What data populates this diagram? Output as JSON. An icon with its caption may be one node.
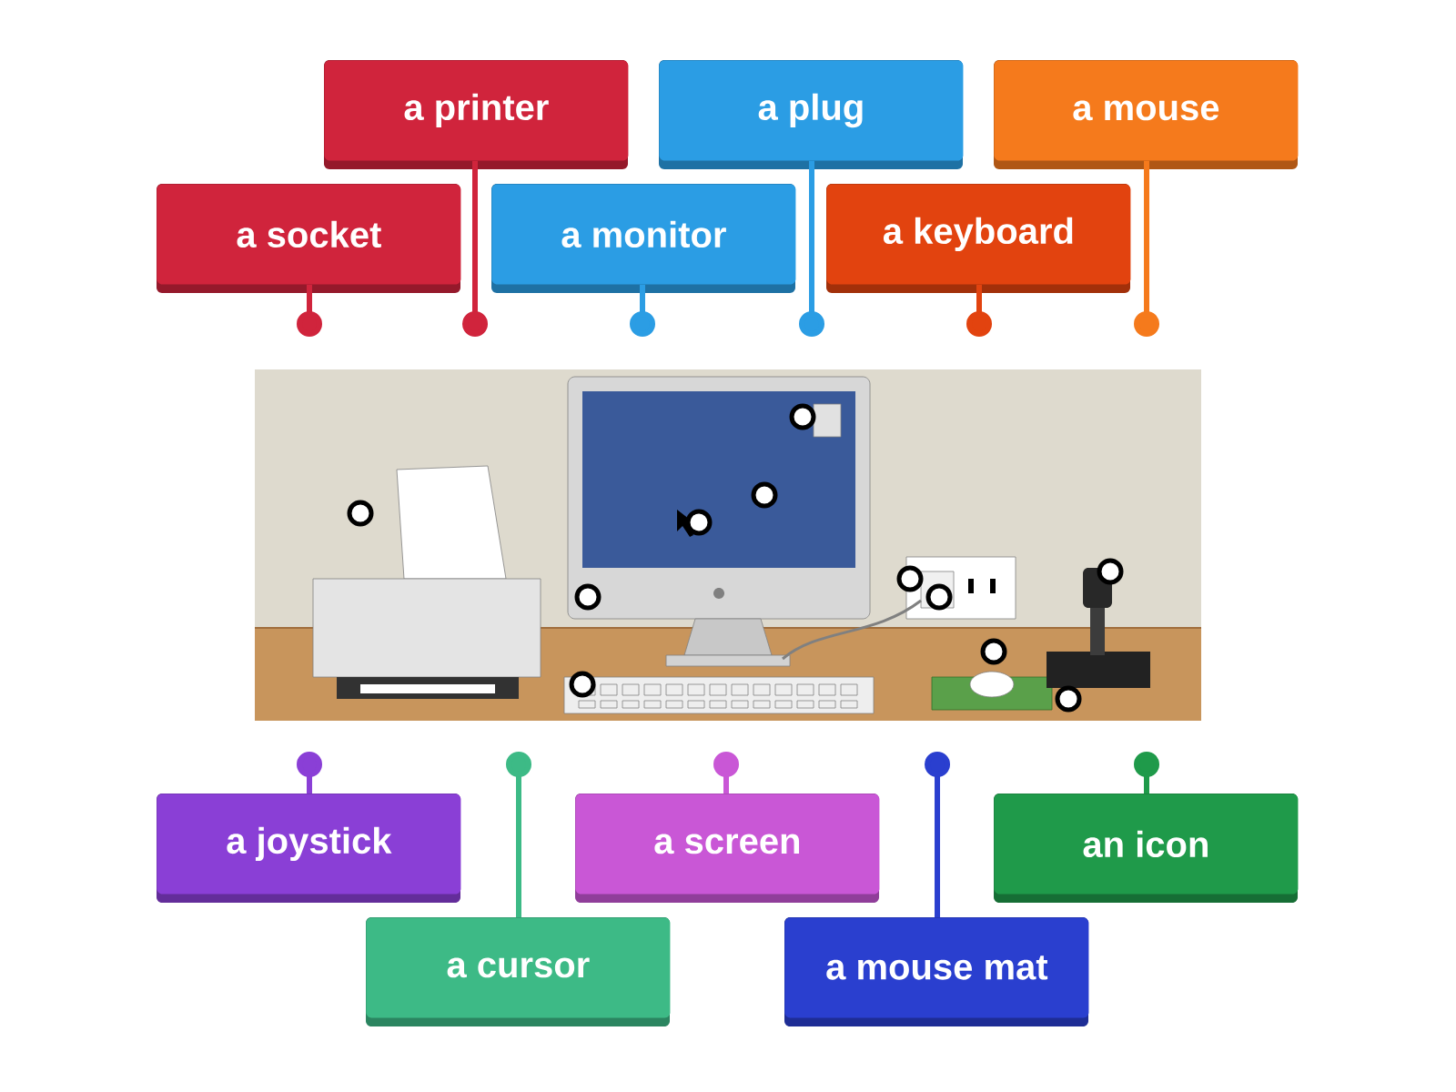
{
  "diagram": {
    "nodes": [
      {
        "text": [
          "a printer"
        ]
      },
      {
        "text": [
          "a plug"
        ]
      },
      {
        "text": [
          "a mouse"
        ]
      },
      {
        "text": [
          "a socket"
        ]
      },
      {
        "text": [
          "a monitor"
        ]
      },
      {
        "text": [
          "a keyboard"
        ]
      },
      {
        "text": [
          "a joystick"
        ]
      },
      {
        "text": [
          "a screen"
        ]
      },
      {
        "text": [
          "an icon"
        ]
      },
      {
        "text": [
          "a cursor"
        ]
      },
      {
        "text": [
          "a mouse mat"
        ]
      }
    ],
    "edges": [
      {
        "from": 0,
        "to": null,
        "arrow": "other",
        "color": "#d0243c"
      },
      {
        "from": 1,
        "to": null,
        "arrow": "other",
        "color": "#2b9de4"
      },
      {
        "from": 2,
        "to": null,
        "arrow": "other",
        "color": "#f57a1c"
      },
      {
        "from": 3,
        "to": null,
        "arrow": "other",
        "color": "#d0243c"
      },
      {
        "from": 4,
        "to": null,
        "arrow": "other",
        "color": "#2b9de4"
      },
      {
        "from": 5,
        "to": null,
        "arrow": "other",
        "color": "#e2430f"
      },
      {
        "from": 6,
        "to": null,
        "arrow": "other",
        "color": "#8a3fd6"
      },
      {
        "from": 7,
        "to": null,
        "arrow": "other",
        "color": "#c957d6"
      },
      {
        "from": 8,
        "to": null,
        "arrow": "other",
        "color": "#1f9a4a"
      },
      {
        "from": 9,
        "to": null,
        "arrow": "other",
        "color": "#3dba86"
      },
      {
        "from": 10,
        "to": null,
        "arrow": "other",
        "color": "#2a3fcf"
      }
    ]
  }
}
